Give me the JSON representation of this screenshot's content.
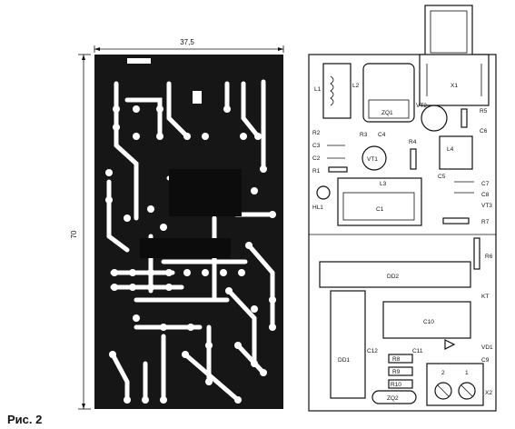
{
  "figure": {
    "caption": "Рис. 2",
    "dim_width": "37,5",
    "dim_height": "70"
  },
  "components": {
    "x1": "X1",
    "l1": "L1",
    "l2": "L2",
    "zq1": "ZQ1",
    "vt2": "VT2",
    "r5": "R5",
    "c6": "C6",
    "r2": "R2",
    "c3": "C3",
    "c2": "C2",
    "r1": "R1",
    "r3": "R3",
    "c4": "C4",
    "r4": "R4",
    "l4": "L4",
    "vt1": "VT1",
    "c5": "C5",
    "c7": "C7",
    "c8": "C8",
    "vt3": "VT3",
    "hl1": "HL1",
    "l3": "L3",
    "c1": "C1",
    "r7": "R7",
    "r6": "R6",
    "dd2": "DD2",
    "kt": "KT",
    "c10": "C10",
    "dd1": "DD1",
    "c12": "C12",
    "c11": "C11",
    "vd1": "VD1",
    "r8": "R8",
    "r9": "R9",
    "r10": "R10",
    "c9": "C9",
    "zq2": "ZQ2",
    "x2": "X2",
    "term1": "1",
    "term2": "2"
  }
}
